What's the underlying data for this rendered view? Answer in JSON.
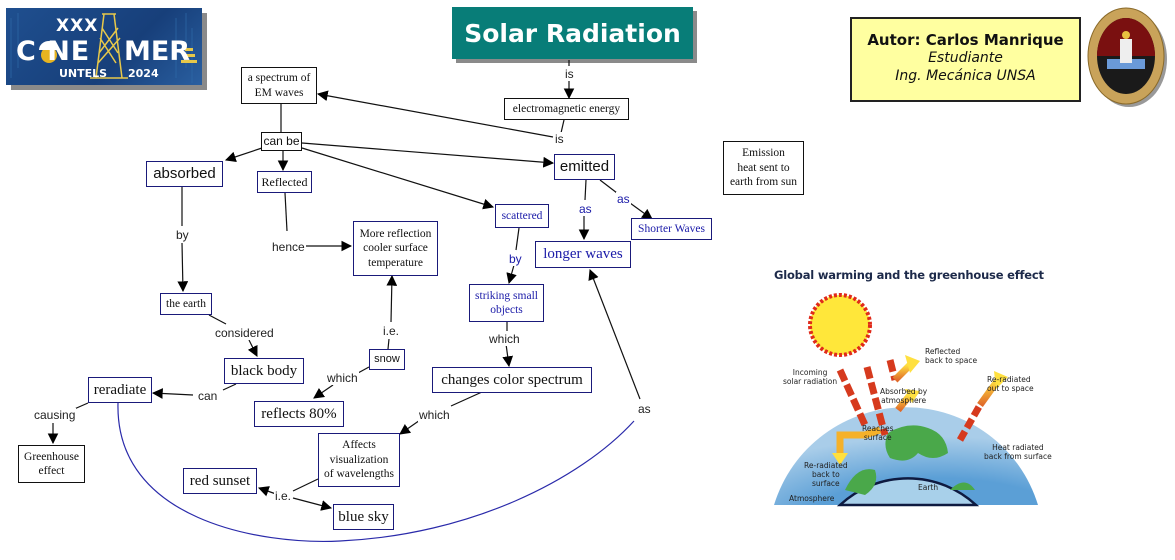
{
  "header": {
    "logo": {
      "roman": "XXX",
      "word_left": "C  NE",
      "word_right": "MER",
      "org": "UNTELS",
      "year": "2024"
    },
    "title": "Solar Radiation",
    "author": {
      "name": "Autor: Carlos Manrique",
      "role": "Estudiante",
      "program": "Ing. Mecánica UNSA"
    }
  },
  "concept_map": {
    "nodes": {
      "electromagnetic_energy": "electromagnetic  energy",
      "spectrum": [
        "a spectrum of",
        "EM waves"
      ],
      "can_be": "can be",
      "absorbed": "absorbed",
      "reflected": "Reflected",
      "emitted": "emitted",
      "scattered": "scattered",
      "longer_waves": "longer waves",
      "shorter_waves": "Shorter Waves",
      "more_reflection": [
        "More reflection",
        "cooler surface",
        "temperature"
      ],
      "the_earth": "the earth",
      "striking": [
        "striking small",
        "objects"
      ],
      "black_body": "black body",
      "snow": "snow",
      "changes_color": "changes color spectrum",
      "reradiate": "reradiate",
      "reflects_80": "reflects 80%",
      "affects": [
        "Affects",
        "visualization",
        "of wavelengths"
      ],
      "greenhouse_effect": [
        "Greenhouse",
        "effect"
      ],
      "red_sunset": "red sunset",
      "blue_sky": "blue sky",
      "emission_note": [
        "Emission",
        "heat sent to",
        "earth from sun"
      ]
    },
    "links": {
      "is_1": "is",
      "is_2": "is",
      "as_1": "as",
      "as_2": "as",
      "by_1": "by",
      "by_2": "by",
      "hence": "hence",
      "considered": "considered",
      "ie_1": "i.e.",
      "which_1": "which",
      "which_2": "which",
      "which_3": "which",
      "can": "can",
      "causing": "causing",
      "ie_2": "i.e.",
      "as_3": "as"
    }
  },
  "greenhouse_figure": {
    "title": "Global warming and the greenhouse effect",
    "labels": {
      "incoming": [
        "Incoming",
        "solar radiation"
      ],
      "reflected": [
        "Reflected",
        "back to space"
      ],
      "absorbed": [
        "Absorbed by",
        "atmosphere"
      ],
      "reradiated_out": [
        "Re-radiated",
        "out to space"
      ],
      "reaches": [
        "Reaches",
        "surface"
      ],
      "heat_radiated": [
        "Heat radiated",
        "back from surface"
      ],
      "reradiated_back": [
        "Re-radiated",
        "back to",
        "surface"
      ],
      "earth": "Earth",
      "atmosphere": "Atmosphere"
    }
  }
}
